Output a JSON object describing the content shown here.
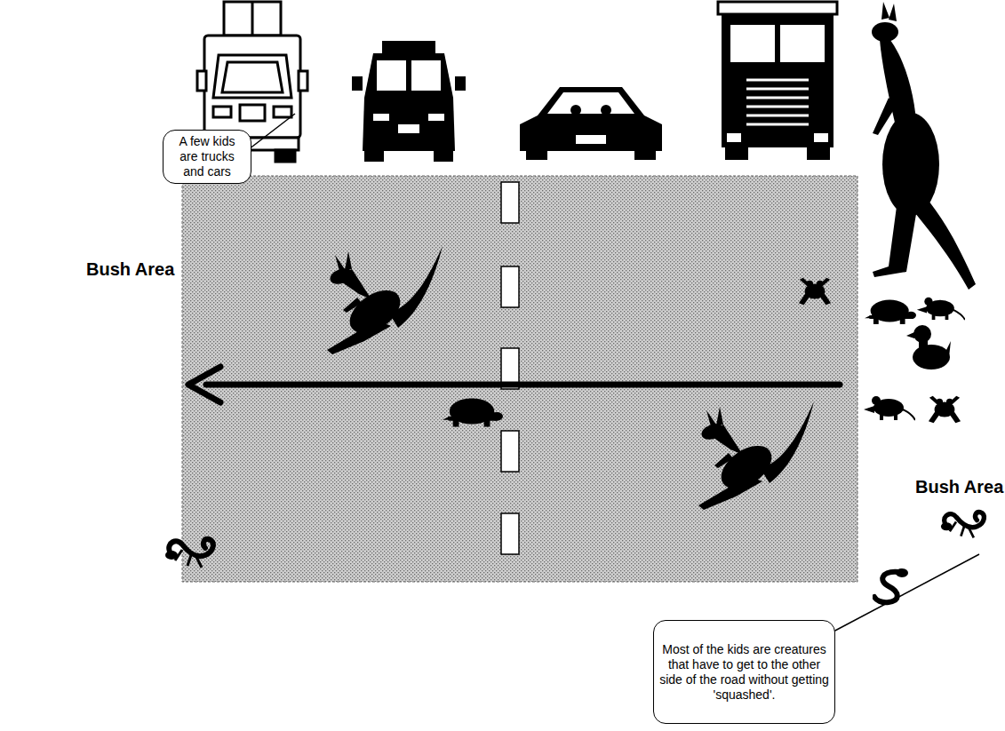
{
  "diagram": {
    "nodes": [
      {
        "text": [
          "A few kids are trucks and cars"
        ]
      },
      {
        "text": [
          "Most of the kids are creatures that have to get to the other side of the road without getting 'squashed'."
        ]
      }
    ],
    "labels": [
      "Bush Area",
      "Bush Area"
    ]
  }
}
